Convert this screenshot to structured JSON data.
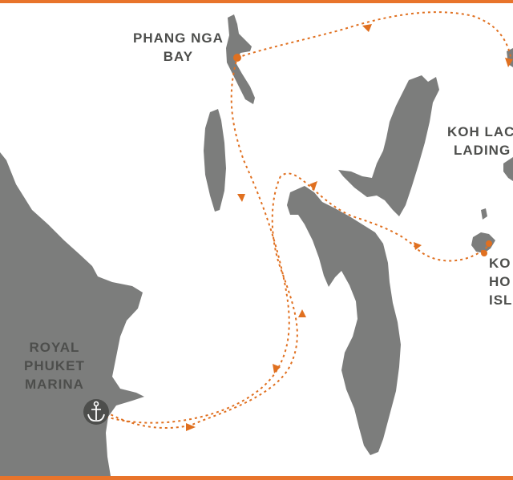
{
  "map": {
    "colors": {
      "border": "#e8742b",
      "land": "#7c7d7c",
      "route": "#e07020",
      "label": "#4d4e4c",
      "background": "#ffffff"
    },
    "places": {
      "phang_nga_bay": [
        "PHANG NGA",
        "BAY"
      ],
      "koh_lanta": [
        "KOH LAC",
        "LADING"
      ],
      "koh_hong": [
        "KO",
        "HO",
        "ISL"
      ],
      "royal_phuket_marina": [
        "ROYAL",
        "PHUKET",
        "MARINA"
      ]
    },
    "icons": {
      "start_marker": "anchor-icon"
    }
  }
}
